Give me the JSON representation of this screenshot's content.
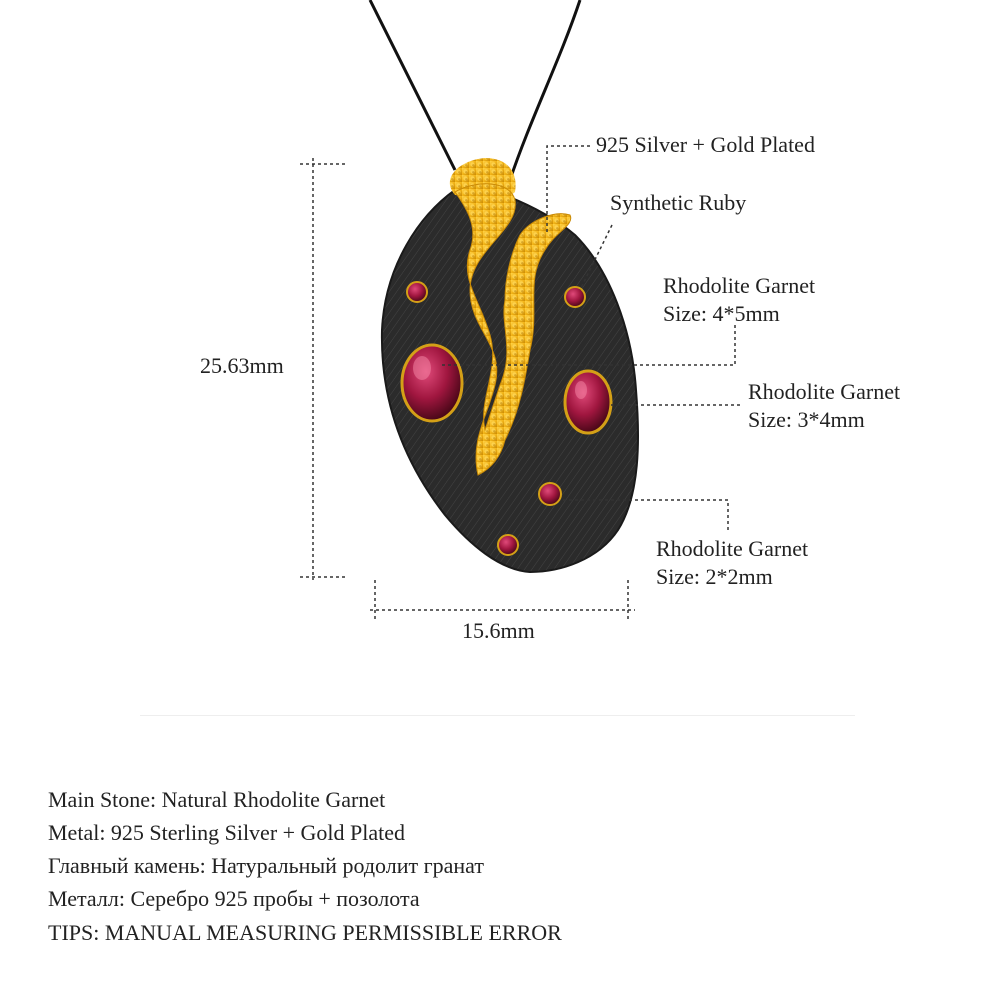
{
  "dimensions": {
    "height": "25.63mm",
    "width": "15.6mm"
  },
  "callouts": {
    "metal": "925 Silver + Gold Plated",
    "ruby": "Synthetic Ruby",
    "garnet_a_name": "Rhodolite Garnet",
    "garnet_a_size": "Size: 4*5mm",
    "garnet_b_name": "Rhodolite Garnet",
    "garnet_b_size": "Size: 3*4mm",
    "garnet_c_name": "Rhodolite Garnet",
    "garnet_c_size": "Size: 2*2mm"
  },
  "specs": [
    "Main Stone: Natural Rhodolite Garnet",
    "Metal: 925 Sterling Silver + Gold Plated",
    "Главный камень: Натуральный родолит гранат",
    "Металл: Серебро 925 пробы + позолота",
    "TIPS: MANUAL MEASURING PERMISSIBLE ERROR"
  ],
  "colors": {
    "pendant_body": "#2b2b2b",
    "gold": "#f2b418",
    "garnet": "#a0163f",
    "dim_line": "#333333"
  }
}
